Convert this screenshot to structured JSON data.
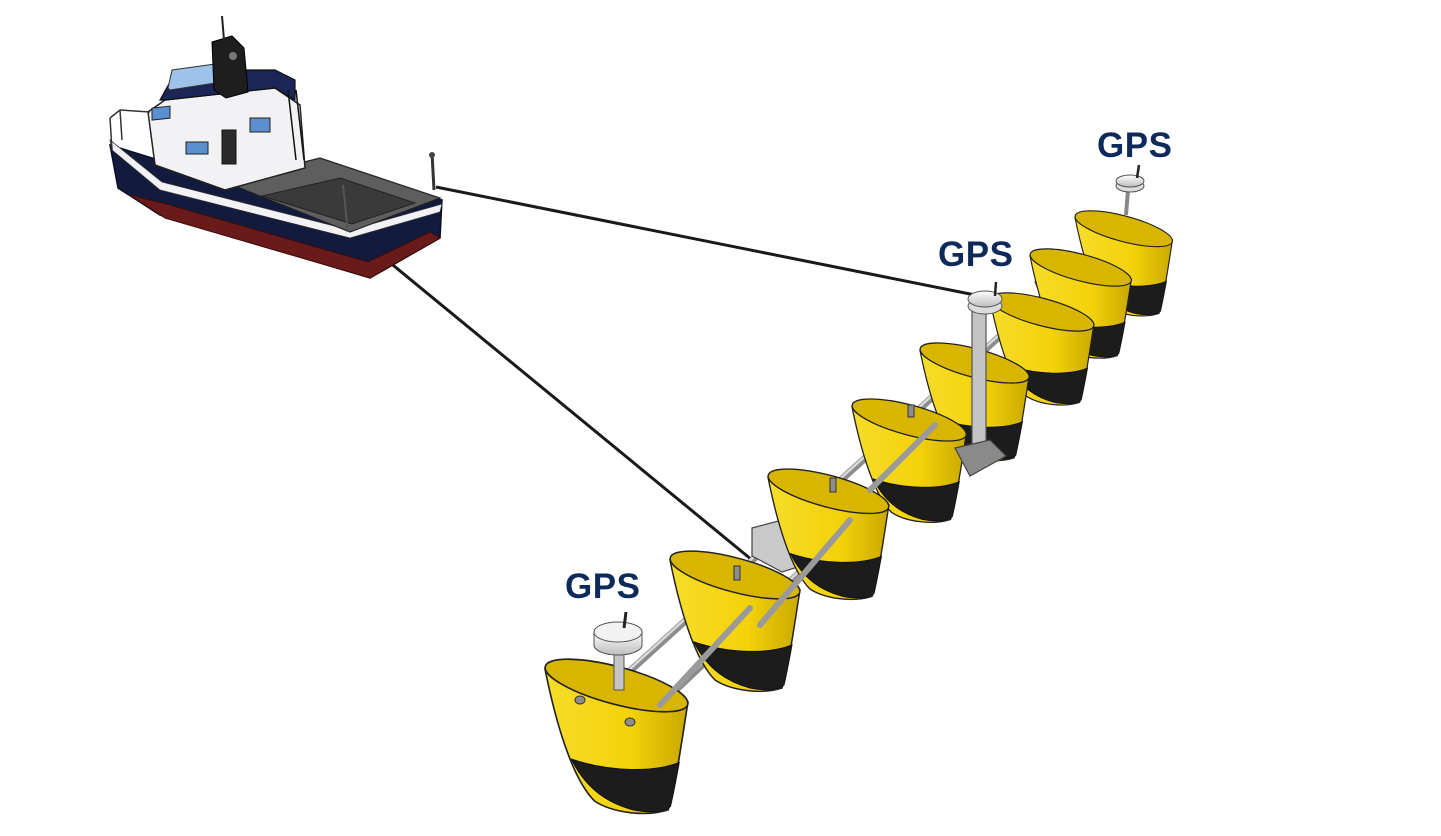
{
  "labels": {
    "gps_top": "GPS",
    "gps_middle": "GPS",
    "gps_left": "GPS"
  },
  "colors": {
    "float_yellow": "#f3d20a",
    "float_yellow_dark": "#c9a800",
    "float_black": "#1c1c1c",
    "hull_navy": "#121a3d",
    "hull_red": "#6b1a1a",
    "cabin_white": "#f2f2f4",
    "rope": "#1a1a1a",
    "gps_text": "#0d2a5a",
    "rod_grey": "#a8a8a8"
  }
}
